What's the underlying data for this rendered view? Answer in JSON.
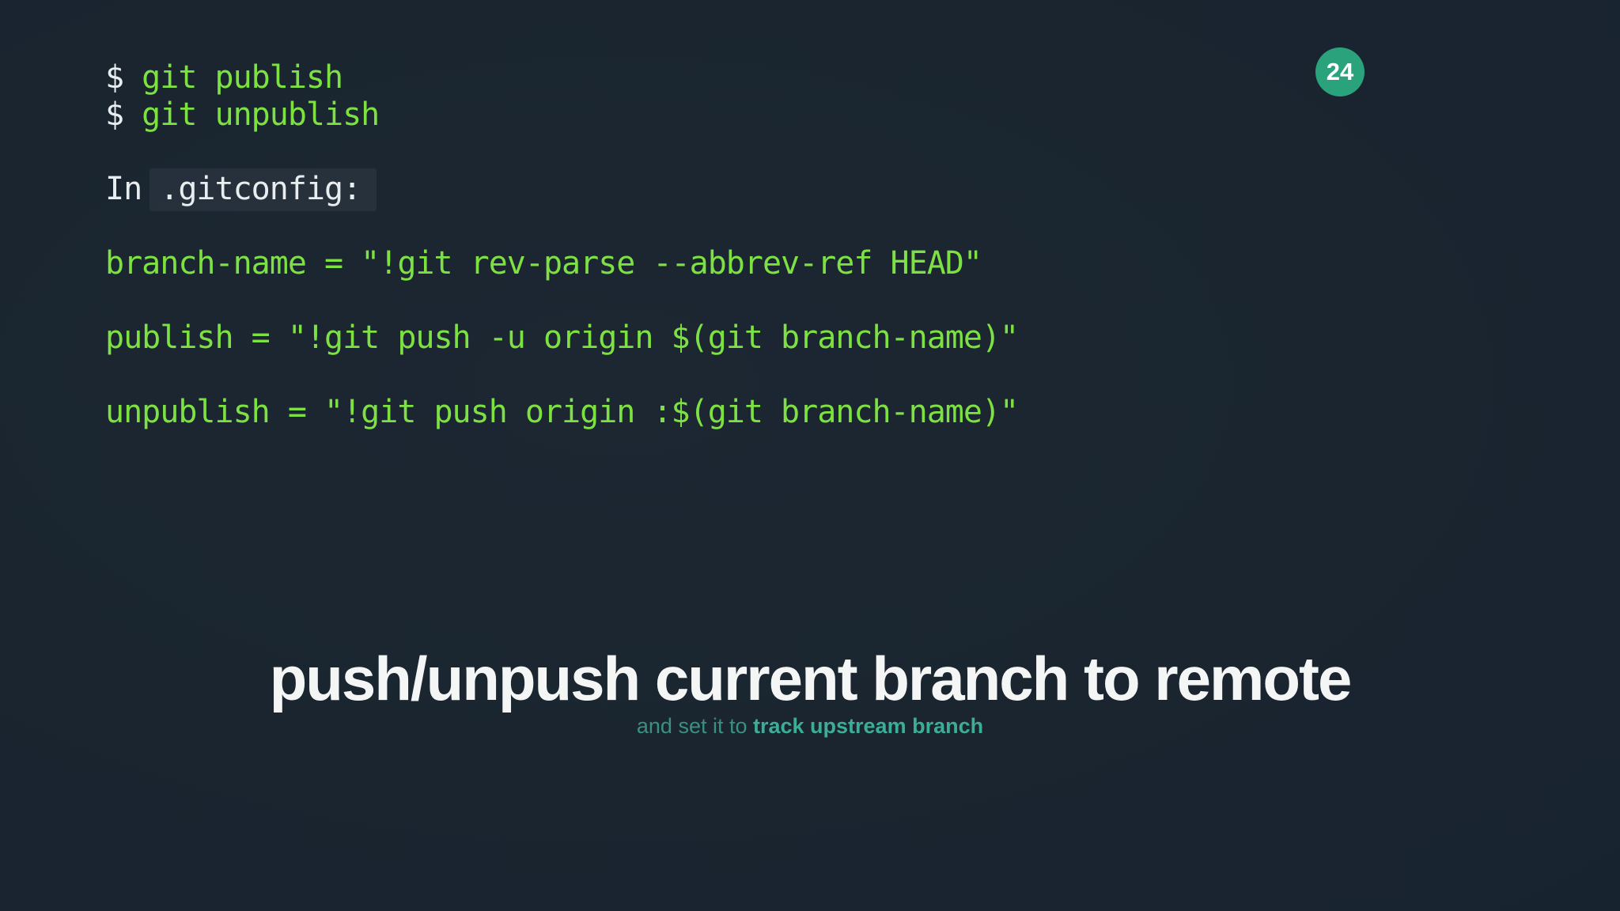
{
  "slide_number_badge": {
    "number": "24",
    "background_color": "#2aa27b",
    "text_color": "#ffffff"
  },
  "terminal": {
    "shell_lines": [
      {
        "prompt": "$ ",
        "command": "git publish"
      },
      {
        "prompt": "$ ",
        "command": "git unpublish"
      }
    ],
    "gitconfig_intro": {
      "prefix": "In ",
      "filename": ".gitconfig:"
    },
    "config_lines": [
      "branch-name = \"!git rev-parse --abbrev-ref HEAD\"",
      "publish = \"!git push -u origin $(git branch-name)\"",
      "unpublish = \"!git push origin :$(git branch-name)\""
    ],
    "command_color": "#7de142",
    "prompt_color": "#e8edf0"
  },
  "heading": {
    "title": "push/unpush current branch to remote",
    "color": "#f4f6f6"
  },
  "subtitle": {
    "prefix": "and set it to ",
    "emphasis": "track upstream branch",
    "prefix_color": "#3e9c8b",
    "emphasis_color": "#3cad96"
  },
  "background_color": "#1a2530"
}
